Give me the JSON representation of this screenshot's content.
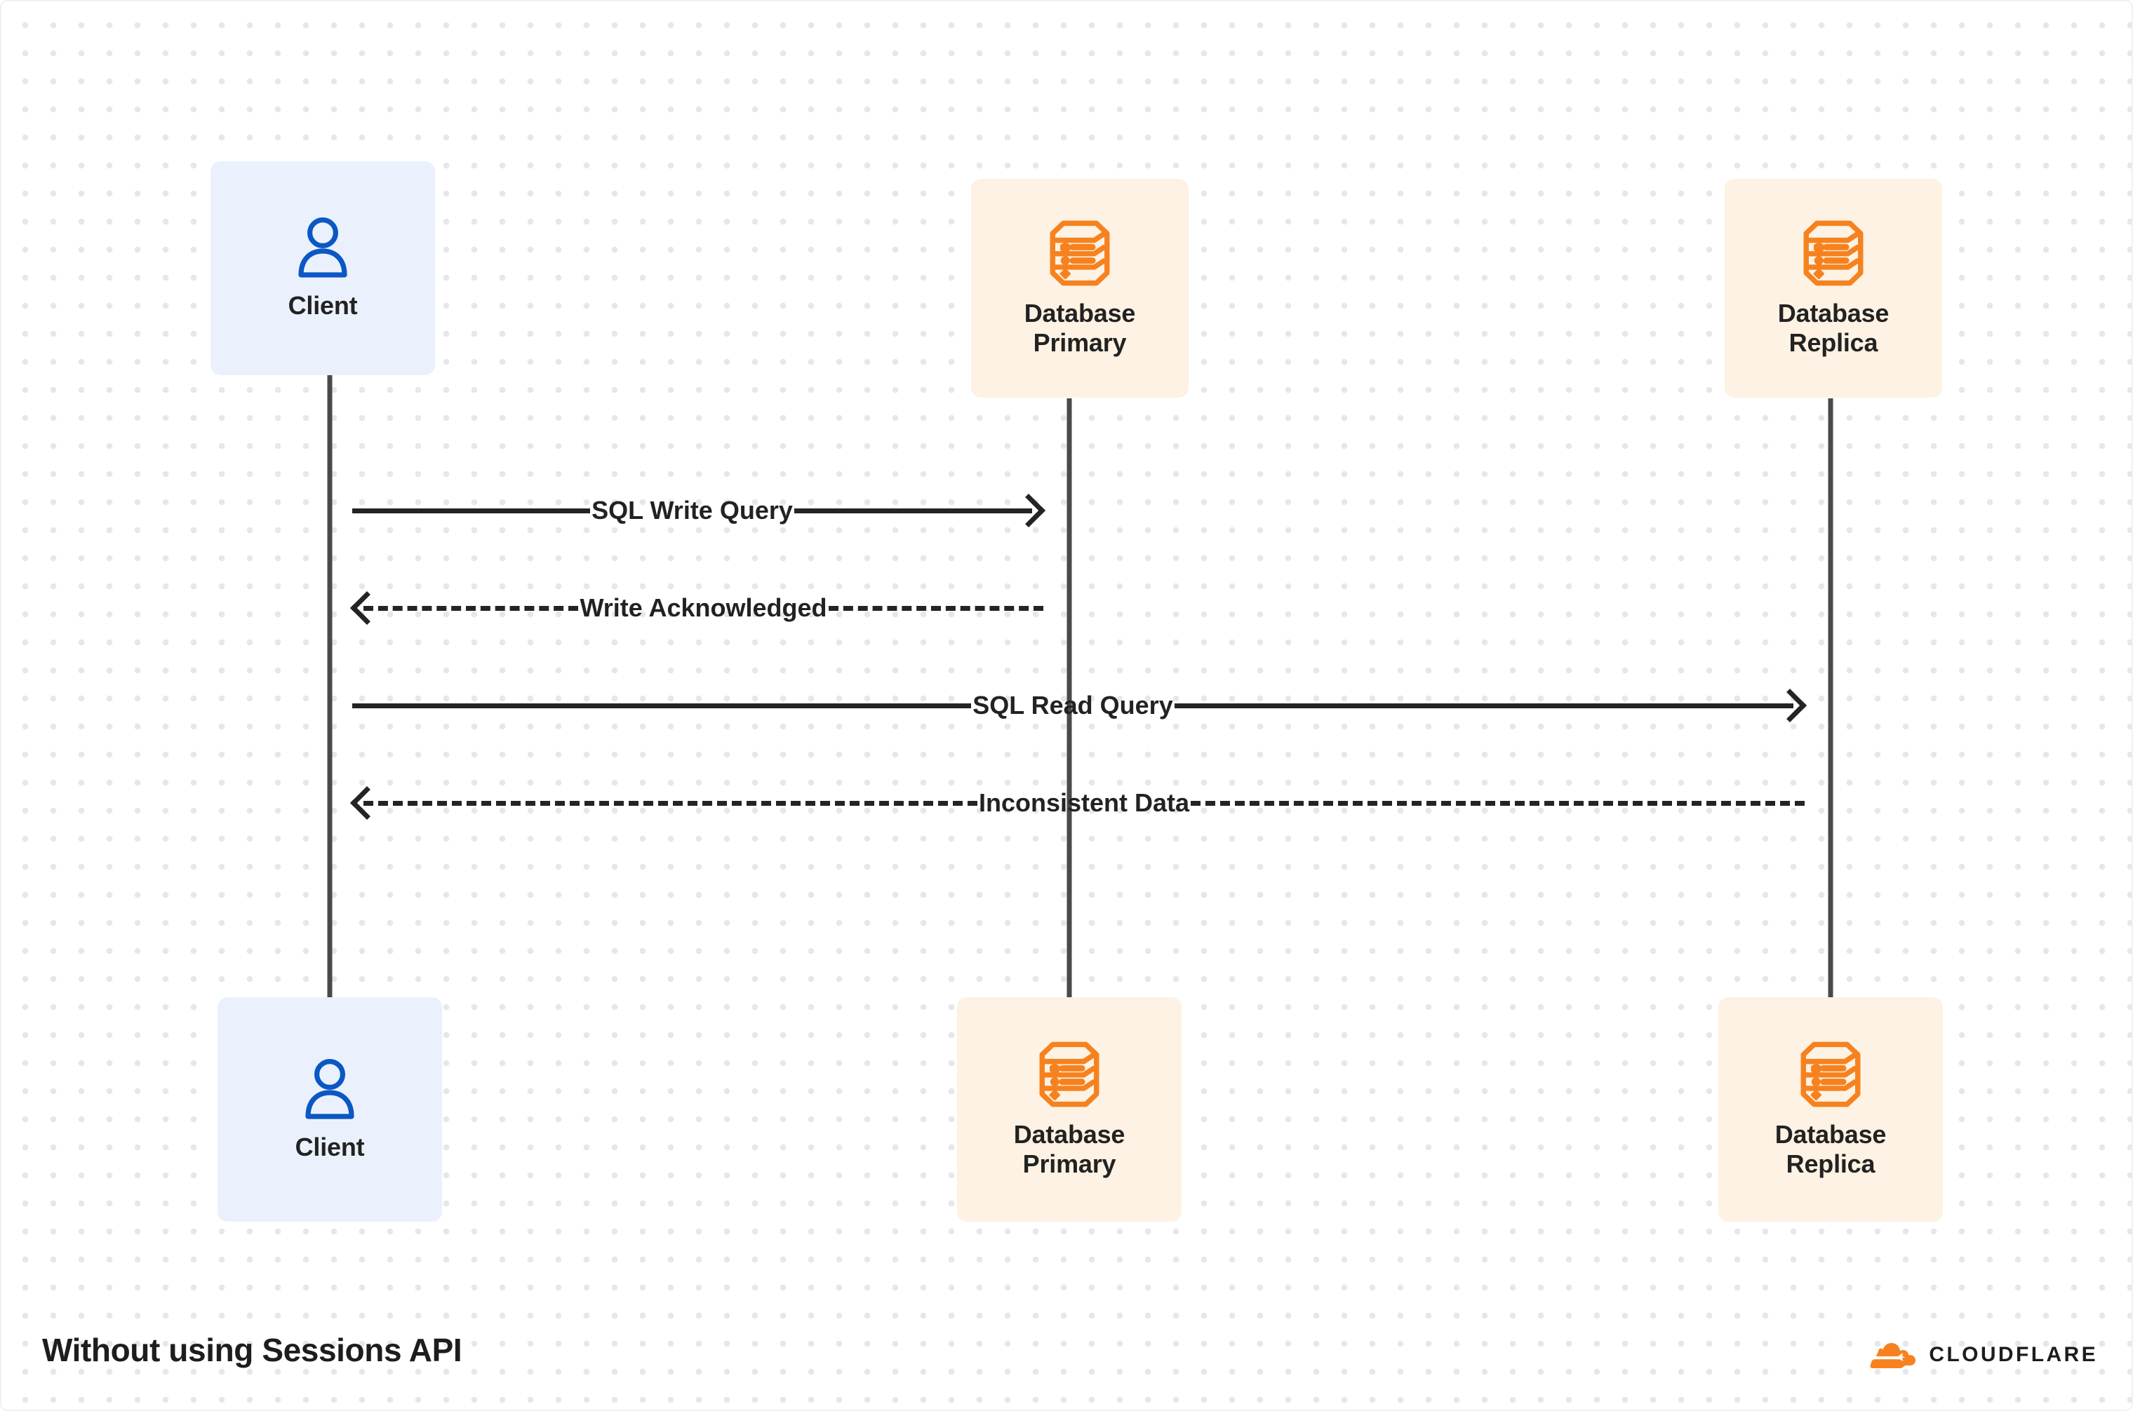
{
  "diagram": {
    "type": "sequence-diagram",
    "caption": "Without using Sessions API",
    "colors": {
      "client_box_bg": "#ebf1fc",
      "client_icon": "#0b57c4",
      "db_box_bg": "#fdf2e3",
      "db_icon": "#f6821f",
      "lifeline": "#4a4a4d",
      "arrow": "#242424",
      "text": "#222222",
      "dot_grid": "#e6e7ea",
      "page_bg": "#ffffff"
    },
    "participants": [
      {
        "id": "client",
        "label": "Client",
        "icon": "user-icon",
        "kind": "client"
      },
      {
        "id": "primary",
        "label": "Database\nPrimary",
        "icon": "database-icon",
        "kind": "db"
      },
      {
        "id": "replica",
        "label": "Database\nReplica",
        "icon": "database-icon",
        "kind": "db"
      }
    ],
    "messages": [
      {
        "id": "m1",
        "label": "SQL Write Query",
        "from": "client",
        "to": "primary",
        "style": "solid",
        "direction": "right"
      },
      {
        "id": "m2",
        "label": "Write Acknowledged",
        "from": "primary",
        "to": "client",
        "style": "dashed",
        "direction": "left"
      },
      {
        "id": "m3",
        "label": "SQL Read Query",
        "from": "client",
        "to": "replica",
        "style": "solid",
        "direction": "right"
      },
      {
        "id": "m4",
        "label": "Inconsistent Data",
        "from": "replica",
        "to": "client",
        "style": "dashed",
        "direction": "left"
      }
    ],
    "branding": {
      "name": "CLOUDFLARE",
      "icon": "cloudflare-cloud-icon"
    }
  }
}
